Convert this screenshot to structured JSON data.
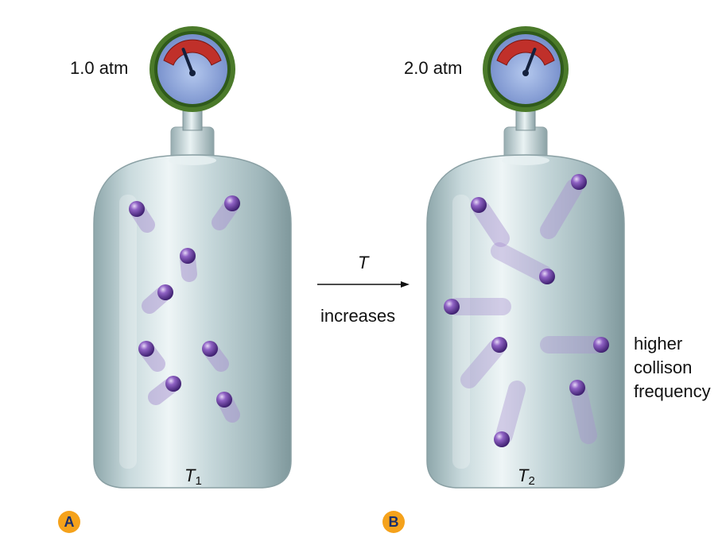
{
  "panels": [
    {
      "id": "A",
      "pressure_label": "1.0 atm",
      "temp_symbol": "T",
      "temp_subscript": "1",
      "badge": "A",
      "needle_level": 0.35
    },
    {
      "id": "B",
      "pressure_label": "2.0 atm",
      "temp_symbol": "T",
      "temp_subscript": "2",
      "badge": "B",
      "needle_level": 0.65
    }
  ],
  "arrow": {
    "top_label": "T",
    "bottom_label": "increases"
  },
  "annotation": {
    "line1": "higher",
    "line2": "collison",
    "line3": "frequency"
  },
  "colors": {
    "badge_fill": "#f5a21b",
    "badge_text": "#1a2f6b",
    "molecule": "#6b3fa0",
    "cylinder": "#bcd0d4",
    "gauge_rim": "#4b7a2a",
    "gauge_face": "#8fa6d9",
    "gauge_red": "#c0302a"
  }
}
